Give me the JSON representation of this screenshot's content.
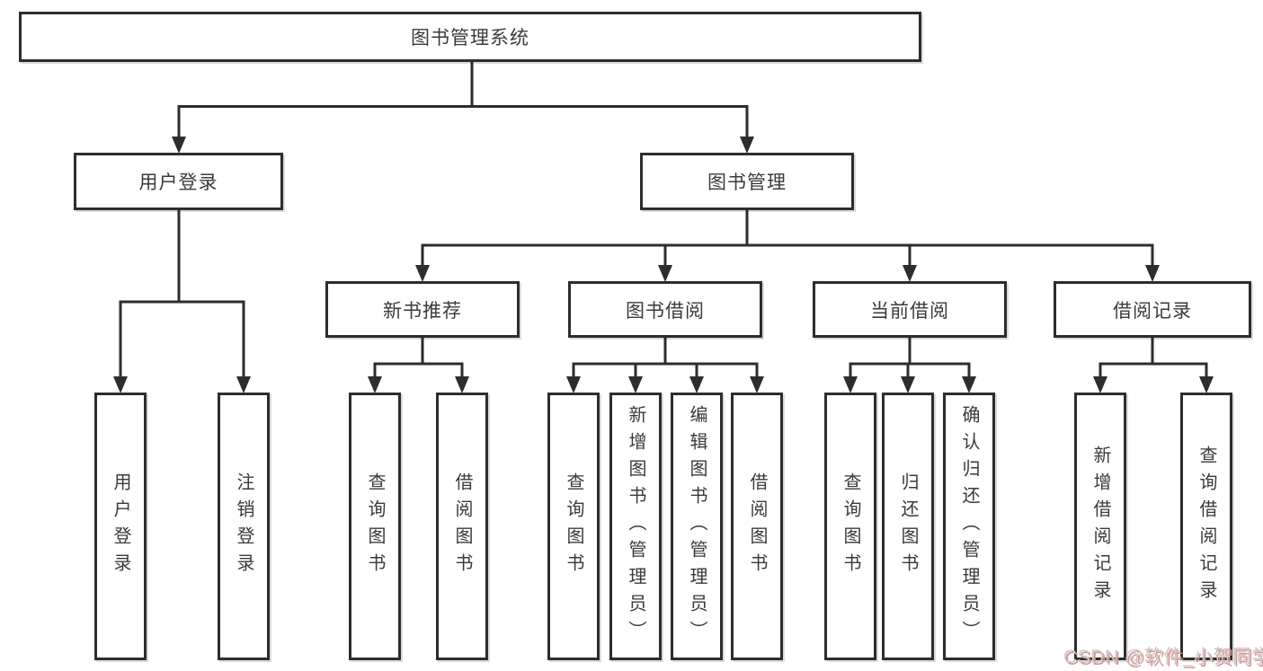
{
  "diagram": {
    "root": "图书管理系统",
    "level2": [
      "用户登录",
      "图书管理"
    ],
    "level3": [
      "新书推荐",
      "图书借阅",
      "当前借阅",
      "借阅记录"
    ],
    "leaves": [
      "用户登录",
      "注销登录",
      "查询图书",
      "借阅图书",
      "查询图书",
      "新增图书（管理员）",
      "编辑图书（管理员）",
      "借阅图书",
      "查询图书",
      "归还图书",
      "确认归还（管理员）",
      "新增借阅记录",
      "查询借阅记录"
    ]
  },
  "colors": {
    "box_border": "#2d2d2d",
    "connector_line": "#2d2d2d",
    "text": "#3a3a3a",
    "background": "#ffffff",
    "watermark_text": "#c8c8c8",
    "watermark_shadow": "#dc9090"
  },
  "watermark": "CSDN @软件_小贺同学"
}
